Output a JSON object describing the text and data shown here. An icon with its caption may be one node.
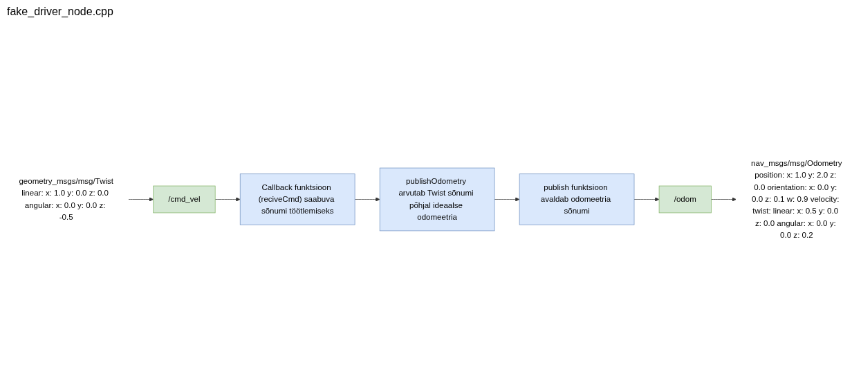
{
  "diagram": {
    "nodes": [
      {
        "text": [
          "geometry_msgs/msg/Twist",
          "linear: x: 1.0 y: 0.0 z: 0.0 angular: x: 0.0 y: 0.0 z: -0.5"
        ]
      },
      {
        "text": [
          "/cmd_vel"
        ]
      },
      {
        "text": [
          "Callback funktsioon (reciveCmd) saabuva sõnumi töötlemiseks"
        ]
      },
      {
        "text": [
          "publishOdometry arvutab Twist sõnumi põhjal ideaalse odomeetria"
        ]
      },
      {
        "text": [
          "publish funktsioon avaldab odomeetria sõnumi"
        ]
      },
      {
        "text": [
          "/odom"
        ]
      },
      {
        "text": [
          "nav_msgs/msg/Odometry",
          "position: x: 1.0 y: 2.0 z: 0.0 orientation: x: 0.0 y: 0.0 z: 0.1 w: 0.9 velocity: twist: linear: x: 0.5 y: 0.0 z: 0.0 angular: x: 0.0 y: 0.0 z: 0.2"
        ]
      }
    ],
    "edges": [
      {
        "from": 0,
        "to": 1,
        "arrow": "to"
      },
      {
        "from": 1,
        "to": 2,
        "arrow": "to"
      },
      {
        "from": 2,
        "to": 3,
        "arrow": "to"
      },
      {
        "from": 3,
        "to": 4,
        "arrow": "to"
      },
      {
        "from": 4,
        "to": 5,
        "arrow": "to"
      },
      {
        "from": 5,
        "to": 6,
        "arrow": "to"
      }
    ],
    "labels": [
      "fake_driver_node.cpp"
    ]
  }
}
